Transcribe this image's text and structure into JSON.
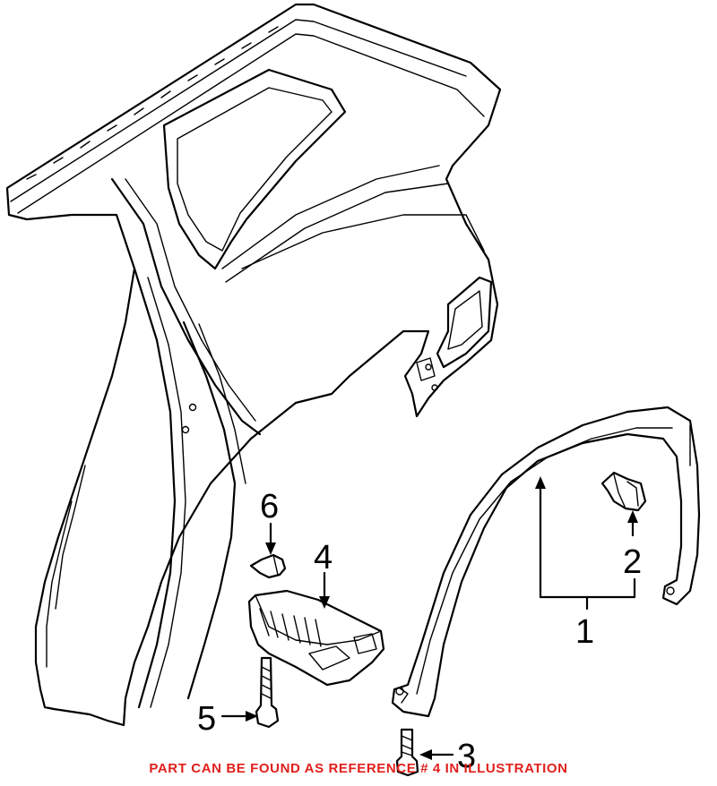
{
  "callouts": {
    "c1": "1",
    "c2": "2",
    "c3": "3",
    "c4": "4",
    "c5": "5",
    "c6": "6"
  },
  "footer_note": "PART CAN BE FOUND AS REFERENCE # 4 IN ILLUSTRATION",
  "colors": {
    "line": "#000000",
    "footer_note": "#e0201c",
    "background": "#ffffff"
  }
}
